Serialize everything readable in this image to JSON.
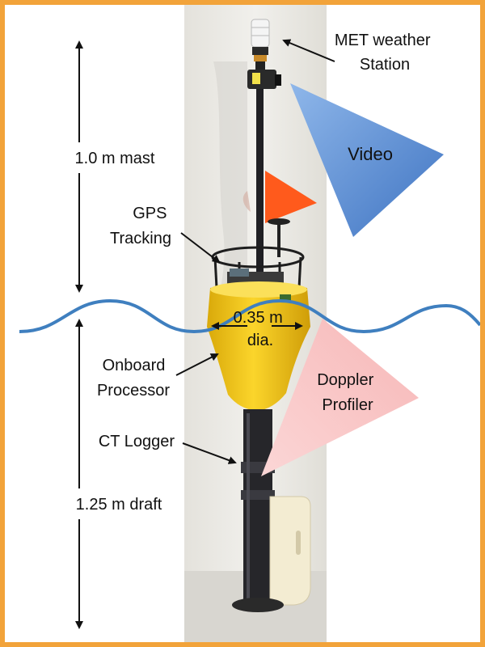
{
  "labels": {
    "met_weather_station": [
      "MET weather",
      "Station"
    ],
    "video": "Video",
    "mast": "1.0 m mast",
    "gps_tracking": [
      "GPS",
      "Tracking"
    ],
    "diameter": [
      "0.35 m",
      "dia."
    ],
    "onboard_processor": [
      "Onboard",
      "Processor"
    ],
    "doppler_profiler": [
      "Doppler",
      "Profiler"
    ],
    "ct_logger": "CT Logger",
    "draft": "1.25 m draft"
  },
  "colors": {
    "frame_border": "#f2a33a",
    "photo_backdrop": "#ecebe6",
    "wall_shadow": "#d2d0ca",
    "water_line": "#3f7fbf",
    "video_cone": "#5b8fd6",
    "doppler_cone": "#f3a4a4",
    "float_body": "#f5cc1f",
    "hull_pipe": "#26262a",
    "flag": "#ff5a1c",
    "fin": "#f3ecd2"
  }
}
